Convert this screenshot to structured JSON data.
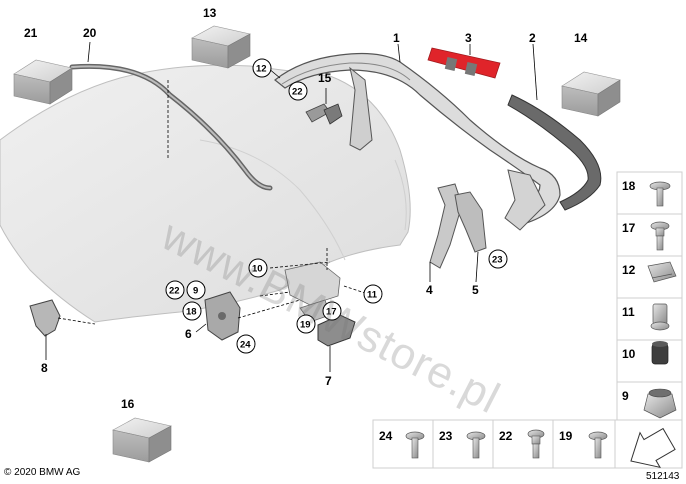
{
  "diagram": {
    "callouts": {
      "p1": "1",
      "p2": "2",
      "p3": "3",
      "p4": "4",
      "p5": "5",
      "p6": "6",
      "p7": "7",
      "p8": "8",
      "p9": "9",
      "p10": "10",
      "p11": "11",
      "p12": "12",
      "p13": "13",
      "p14": "14",
      "p15": "15",
      "p16": "16",
      "p17": "17",
      "p18": "18",
      "p19": "19",
      "p20": "20",
      "p21": "21",
      "p22": "22",
      "p23": "23"
    },
    "circled": {
      "c12": "12",
      "c22a": "22",
      "c22b": "22",
      "c9": "9",
      "c18": "18",
      "c24": "24",
      "c10": "10",
      "c11": "11",
      "c19": "19",
      "c17": "17",
      "c23": "23"
    },
    "fastener_panel": {
      "right_labels": [
        "18",
        "17",
        "12",
        "11",
        "10",
        "9"
      ],
      "bottom_labels": [
        "24",
        "23",
        "22",
        "19"
      ]
    },
    "watermark": "www.BMWstore.pl",
    "copyright": "© 2020 BMW AG",
    "diagram_number": "512143"
  },
  "colors": {
    "roof_fill": "#e9e9e9",
    "frame_stroke": "#555555",
    "seal_red": "#e0242a",
    "panel_border": "#cfcfcf"
  }
}
